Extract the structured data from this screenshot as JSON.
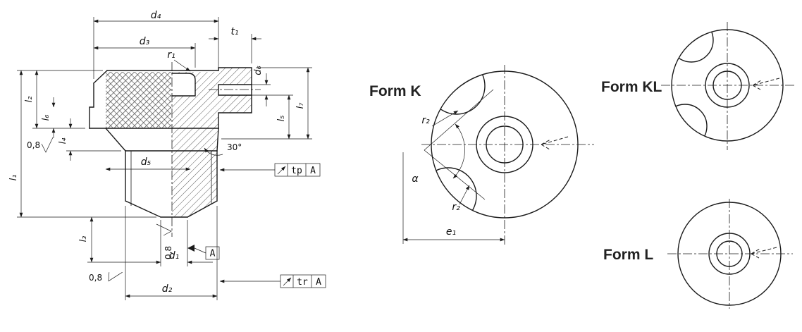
{
  "page": {
    "background": "#ffffff",
    "line_color": "#1a1a1a"
  },
  "section_view": {
    "dims": {
      "d1": "d₁",
      "d2": "d₂",
      "d3": "d₃",
      "d4": "d₄",
      "d5": "d₅",
      "d6": "d₆",
      "l1": "l₁",
      "l2": "l₂",
      "l3": "l₃",
      "l4": "l₄",
      "l5": "l₅",
      "l6": "l₆",
      "l7": "l₇",
      "t1": "t₁",
      "r1": "r₁",
      "chamfer_angle": "30°"
    },
    "surface_roughness": "0,8",
    "datum_label": "A",
    "tp_frame": {
      "label": "tp",
      "datum": "A"
    },
    "tr_frame": {
      "label": "tr",
      "datum": "A"
    }
  },
  "form_views": {
    "k": {
      "label": "Form K",
      "r2_upper": "r₂",
      "r2_lower": "r₂",
      "alpha": "α",
      "e1": "e₁"
    },
    "kl": {
      "label": "Form KL"
    },
    "l": {
      "label": "Form L"
    }
  }
}
